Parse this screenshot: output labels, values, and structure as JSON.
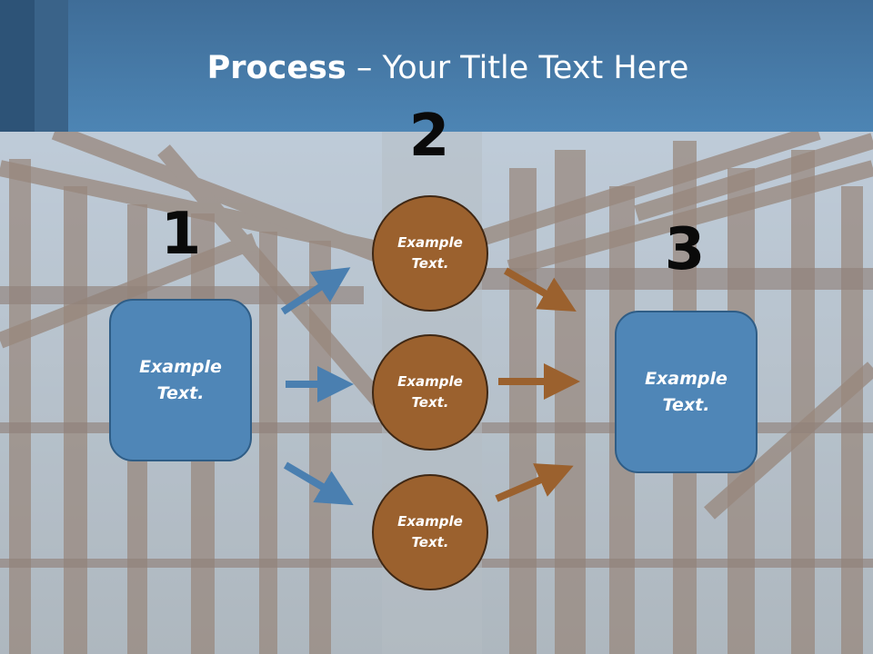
{
  "slide": {
    "title_bold": "Process",
    "title_rest": " – Your Title Text Here"
  },
  "steps": {
    "step1_number": "1",
    "step2_number": "2",
    "step3_number": "3"
  },
  "nodes": {
    "left_box": "Example Text.",
    "circle_top": "Example Text.",
    "circle_middle": "Example Text.",
    "circle_bottom": "Example Text.",
    "right_box": "Example Text."
  },
  "colors": {
    "header_blue": "#4d85b4",
    "box_blue": "#4f86b7",
    "circle_brown": "#9b612e",
    "arrow_blue": "#4a7fb0",
    "arrow_brown": "#9b612e"
  }
}
